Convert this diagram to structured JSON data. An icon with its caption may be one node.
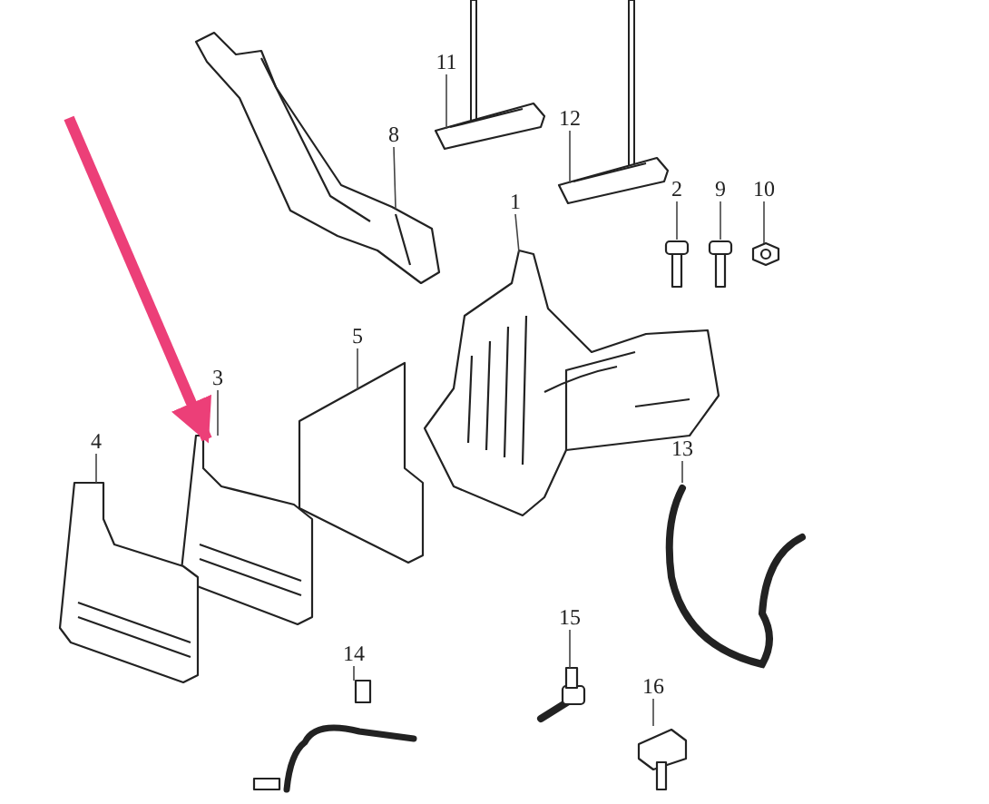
{
  "diagram": {
    "nodes": [
      {
        "text": [
          "11"
        ]
      },
      {
        "text": [],
        "shape": "picture"
      },
      {
        "text": [
          "8"
        ]
      },
      {
        "text": [],
        "shape": "picture"
      },
      {
        "text": [
          "12"
        ]
      },
      {
        "text": [],
        "shape": "picture"
      },
      {
        "text": [
          "1"
        ]
      },
      {
        "text": [],
        "shape": "picture"
      },
      {
        "text": [
          "2"
        ]
      },
      {
        "text": [],
        "shape": "picture"
      },
      {
        "text": [
          "9"
        ]
      },
      {
        "text": [],
        "shape": "picture"
      },
      {
        "text": [
          "10"
        ]
      },
      {
        "text": [],
        "shape": "picture"
      },
      {
        "text": [
          "5"
        ]
      },
      {
        "text": [],
        "shape": "picture"
      },
      {
        "text": [
          "3"
        ]
      },
      {
        "text": [],
        "shape": "picture"
      },
      {
        "text": [
          "4"
        ]
      },
      {
        "text": [],
        "shape": "picture"
      },
      {
        "text": [
          "13"
        ]
      },
      {
        "text": [],
        "shape": "picture"
      },
      {
        "text": [
          "15"
        ]
      },
      {
        "text": [],
        "shape": "picture"
      },
      {
        "text": [
          "14"
        ]
      },
      {
        "text": [],
        "shape": "picture"
      },
      {
        "text": [
          "16"
        ]
      },
      {
        "text": [],
        "shape": "picture"
      }
    ],
    "edges": [
      {
        "from": 0,
        "to": 1,
        "arrow": "none"
      },
      {
        "from": 2,
        "to": 3,
        "arrow": "none"
      },
      {
        "from": 4,
        "to": 5,
        "arrow": "none"
      },
      {
        "from": 6,
        "to": 7,
        "arrow": "none"
      },
      {
        "from": 8,
        "to": 9,
        "arrow": "none"
      },
      {
        "from": 10,
        "to": 11,
        "arrow": "none"
      },
      {
        "from": 12,
        "to": 13,
        "arrow": "none"
      },
      {
        "from": 14,
        "to": 15,
        "arrow": "none"
      },
      {
        "from": 16,
        "to": 17,
        "arrow": "none"
      },
      {
        "from": 18,
        "to": 19,
        "arrow": "none"
      },
      {
        "from": 20,
        "to": 21,
        "arrow": "none"
      },
      {
        "from": 22,
        "to": 23,
        "arrow": "none"
      },
      {
        "from": 24,
        "to": 25,
        "arrow": "none"
      },
      {
        "from": 26,
        "to": 27,
        "arrow": "none"
      },
      {
        "from": null,
        "to": 17,
        "arrow": "to",
        "style": "thick",
        "color": "#ec3f78"
      }
    ]
  }
}
